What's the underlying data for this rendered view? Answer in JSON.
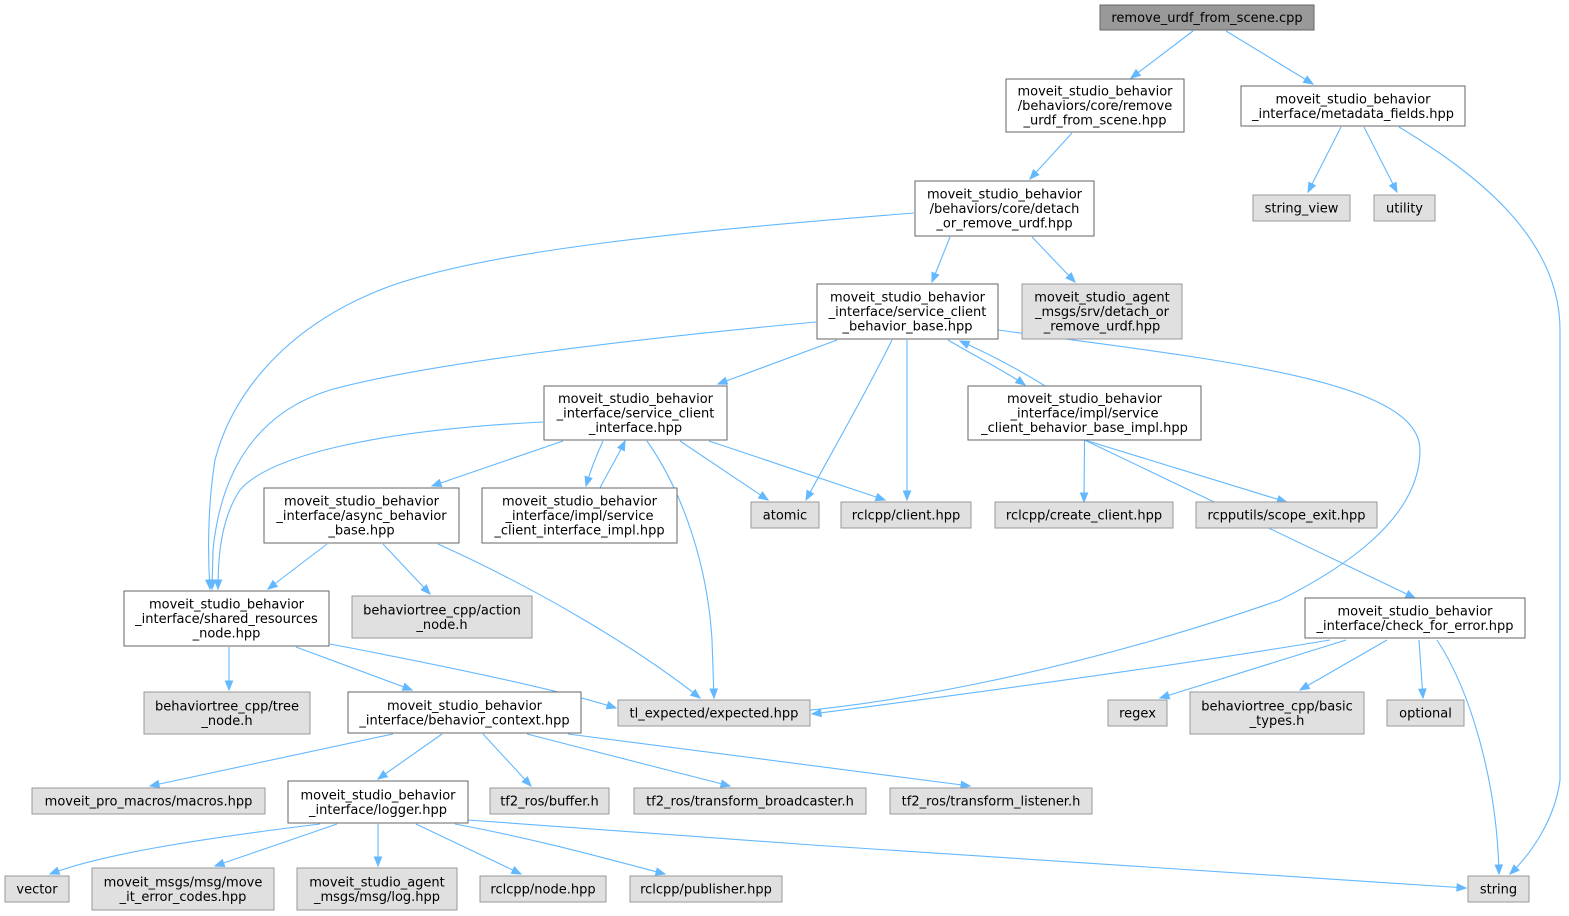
{
  "diagram": {
    "colors": {
      "root_fill": "#999999",
      "root_border": "#666666",
      "doc_fill": "#ffffff",
      "doc_border": "#666666",
      "ext_fill": "#e0e0e0",
      "ext_border": "#999999",
      "edge": "#63b8ff"
    },
    "nodes": [
      {
        "id": "root",
        "kind": "root",
        "lines": [
          "remove_urdf_from_scene.cpp"
        ]
      },
      {
        "id": "remove_hpp",
        "kind": "doc",
        "lines": [
          "moveit_studio_behavior",
          "/behaviors/core/remove",
          "_urdf_from_scene.hpp"
        ]
      },
      {
        "id": "metadata",
        "kind": "doc",
        "lines": [
          "moveit_studio_behavior",
          "_interface/metadata_fields.hpp"
        ]
      },
      {
        "id": "detach",
        "kind": "doc",
        "lines": [
          "moveit_studio_behavior",
          "/behaviors/core/detach",
          "_or_remove_urdf.hpp"
        ]
      },
      {
        "id": "string_view",
        "kind": "ext",
        "lines": [
          "string_view"
        ]
      },
      {
        "id": "utility",
        "kind": "ext",
        "lines": [
          "utility"
        ]
      },
      {
        "id": "scb",
        "kind": "doc",
        "lines": [
          "moveit_studio_behavior",
          "_interface/service_client",
          "_behavior_base.hpp"
        ]
      },
      {
        "id": "agent_srv",
        "kind": "ext",
        "lines": [
          "moveit_studio_agent",
          "_msgs/srv/detach_or",
          "_remove_urdf.hpp"
        ]
      },
      {
        "id": "sci",
        "kind": "doc",
        "lines": [
          "moveit_studio_behavior",
          "_interface/service_client",
          "_interface.hpp"
        ]
      },
      {
        "id": "scb_impl",
        "kind": "doc",
        "lines": [
          "moveit_studio_behavior",
          "_interface/impl/service",
          "_client_behavior_base_impl.hpp"
        ]
      },
      {
        "id": "async",
        "kind": "doc",
        "lines": [
          "moveit_studio_behavior",
          "_interface/async_behavior",
          "_base.hpp"
        ]
      },
      {
        "id": "sci_impl",
        "kind": "doc",
        "lines": [
          "moveit_studio_behavior",
          "_interface/impl/service",
          "_client_interface_impl.hpp"
        ]
      },
      {
        "id": "atomic",
        "kind": "ext",
        "lines": [
          "atomic"
        ]
      },
      {
        "id": "client",
        "kind": "ext",
        "lines": [
          "rclcpp/client.hpp"
        ]
      },
      {
        "id": "create_client",
        "kind": "ext",
        "lines": [
          "rclcpp/create_client.hpp"
        ]
      },
      {
        "id": "scope_exit",
        "kind": "ext",
        "lines": [
          "rcpputils/scope_exit.hpp"
        ]
      },
      {
        "id": "srn",
        "kind": "doc",
        "lines": [
          "moveit_studio_behavior",
          "_interface/shared_resources",
          "_node.hpp"
        ]
      },
      {
        "id": "action_node",
        "kind": "ext",
        "lines": [
          "behaviortree_cpp/action",
          "_node.h"
        ]
      },
      {
        "id": "cfe",
        "kind": "doc",
        "lines": [
          "moveit_studio_behavior",
          "_interface/check_for_error.hpp"
        ]
      },
      {
        "id": "tree_node",
        "kind": "ext",
        "lines": [
          "behaviortree_cpp/tree",
          "_node.h"
        ]
      },
      {
        "id": "context",
        "kind": "doc",
        "lines": [
          "moveit_studio_behavior",
          "_interface/behavior_context.hpp"
        ]
      },
      {
        "id": "expected",
        "kind": "ext",
        "lines": [
          "tl_expected/expected.hpp"
        ]
      },
      {
        "id": "regex",
        "kind": "ext",
        "lines": [
          "regex"
        ]
      },
      {
        "id": "basic_types",
        "kind": "ext",
        "lines": [
          "behaviortree_cpp/basic",
          "_types.h"
        ]
      },
      {
        "id": "optional",
        "kind": "ext",
        "lines": [
          "optional"
        ]
      },
      {
        "id": "macros",
        "kind": "ext",
        "lines": [
          "moveit_pro_macros/macros.hpp"
        ]
      },
      {
        "id": "logger",
        "kind": "doc",
        "lines": [
          "moveit_studio_behavior",
          "_interface/logger.hpp"
        ]
      },
      {
        "id": "buffer",
        "kind": "ext",
        "lines": [
          "tf2_ros/buffer.h"
        ]
      },
      {
        "id": "broadcaster",
        "kind": "ext",
        "lines": [
          "tf2_ros/transform_broadcaster.h"
        ]
      },
      {
        "id": "listener",
        "kind": "ext",
        "lines": [
          "tf2_ros/transform_listener.h"
        ]
      },
      {
        "id": "vector",
        "kind": "ext",
        "lines": [
          "vector"
        ]
      },
      {
        "id": "error_codes",
        "kind": "ext",
        "lines": [
          "moveit_msgs/msg/move",
          "_it_error_codes.hpp"
        ]
      },
      {
        "id": "agent_log",
        "kind": "ext",
        "lines": [
          "moveit_studio_agent",
          "_msgs/msg/log.hpp"
        ]
      },
      {
        "id": "node_hpp",
        "kind": "ext",
        "lines": [
          "rclcpp/node.hpp"
        ]
      },
      {
        "id": "publisher",
        "kind": "ext",
        "lines": [
          "rclcpp/publisher.hpp"
        ]
      },
      {
        "id": "string",
        "kind": "ext",
        "lines": [
          "string"
        ]
      }
    ],
    "edges": [
      [
        "root",
        "remove_hpp"
      ],
      [
        "root",
        "metadata"
      ],
      [
        "remove_hpp",
        "detach"
      ],
      [
        "metadata",
        "string_view"
      ],
      [
        "metadata",
        "utility"
      ],
      [
        "metadata",
        "string"
      ],
      [
        "detach",
        "scb"
      ],
      [
        "detach",
        "agent_srv"
      ],
      [
        "detach",
        "srn"
      ],
      [
        "scb",
        "sci"
      ],
      [
        "scb",
        "scb_impl"
      ],
      [
        "scb",
        "srn"
      ],
      [
        "scb",
        "atomic"
      ],
      [
        "scb",
        "client"
      ],
      [
        "scb",
        "expected"
      ],
      [
        "scb_impl",
        "scb"
      ],
      [
        "scb_impl",
        "create_client"
      ],
      [
        "scb_impl",
        "scope_exit"
      ],
      [
        "scb_impl",
        "cfe"
      ],
      [
        "sci",
        "async"
      ],
      [
        "sci",
        "sci_impl"
      ],
      [
        "sci",
        "srn"
      ],
      [
        "sci",
        "atomic"
      ],
      [
        "sci",
        "client"
      ],
      [
        "sci",
        "expected"
      ],
      [
        "sci_impl",
        "sci"
      ],
      [
        "async",
        "srn"
      ],
      [
        "async",
        "action_node"
      ],
      [
        "async",
        "expected"
      ],
      [
        "srn",
        "tree_node"
      ],
      [
        "srn",
        "context"
      ],
      [
        "srn",
        "expected"
      ],
      [
        "cfe",
        "expected"
      ],
      [
        "cfe",
        "regex"
      ],
      [
        "cfe",
        "basic_types"
      ],
      [
        "cfe",
        "optional"
      ],
      [
        "cfe",
        "string"
      ],
      [
        "context",
        "macros"
      ],
      [
        "context",
        "logger"
      ],
      [
        "context",
        "buffer"
      ],
      [
        "context",
        "broadcaster"
      ],
      [
        "context",
        "listener"
      ],
      [
        "logger",
        "vector"
      ],
      [
        "logger",
        "error_codes"
      ],
      [
        "logger",
        "agent_log"
      ],
      [
        "logger",
        "node_hpp"
      ],
      [
        "logger",
        "publisher"
      ],
      [
        "logger",
        "string"
      ]
    ]
  }
}
